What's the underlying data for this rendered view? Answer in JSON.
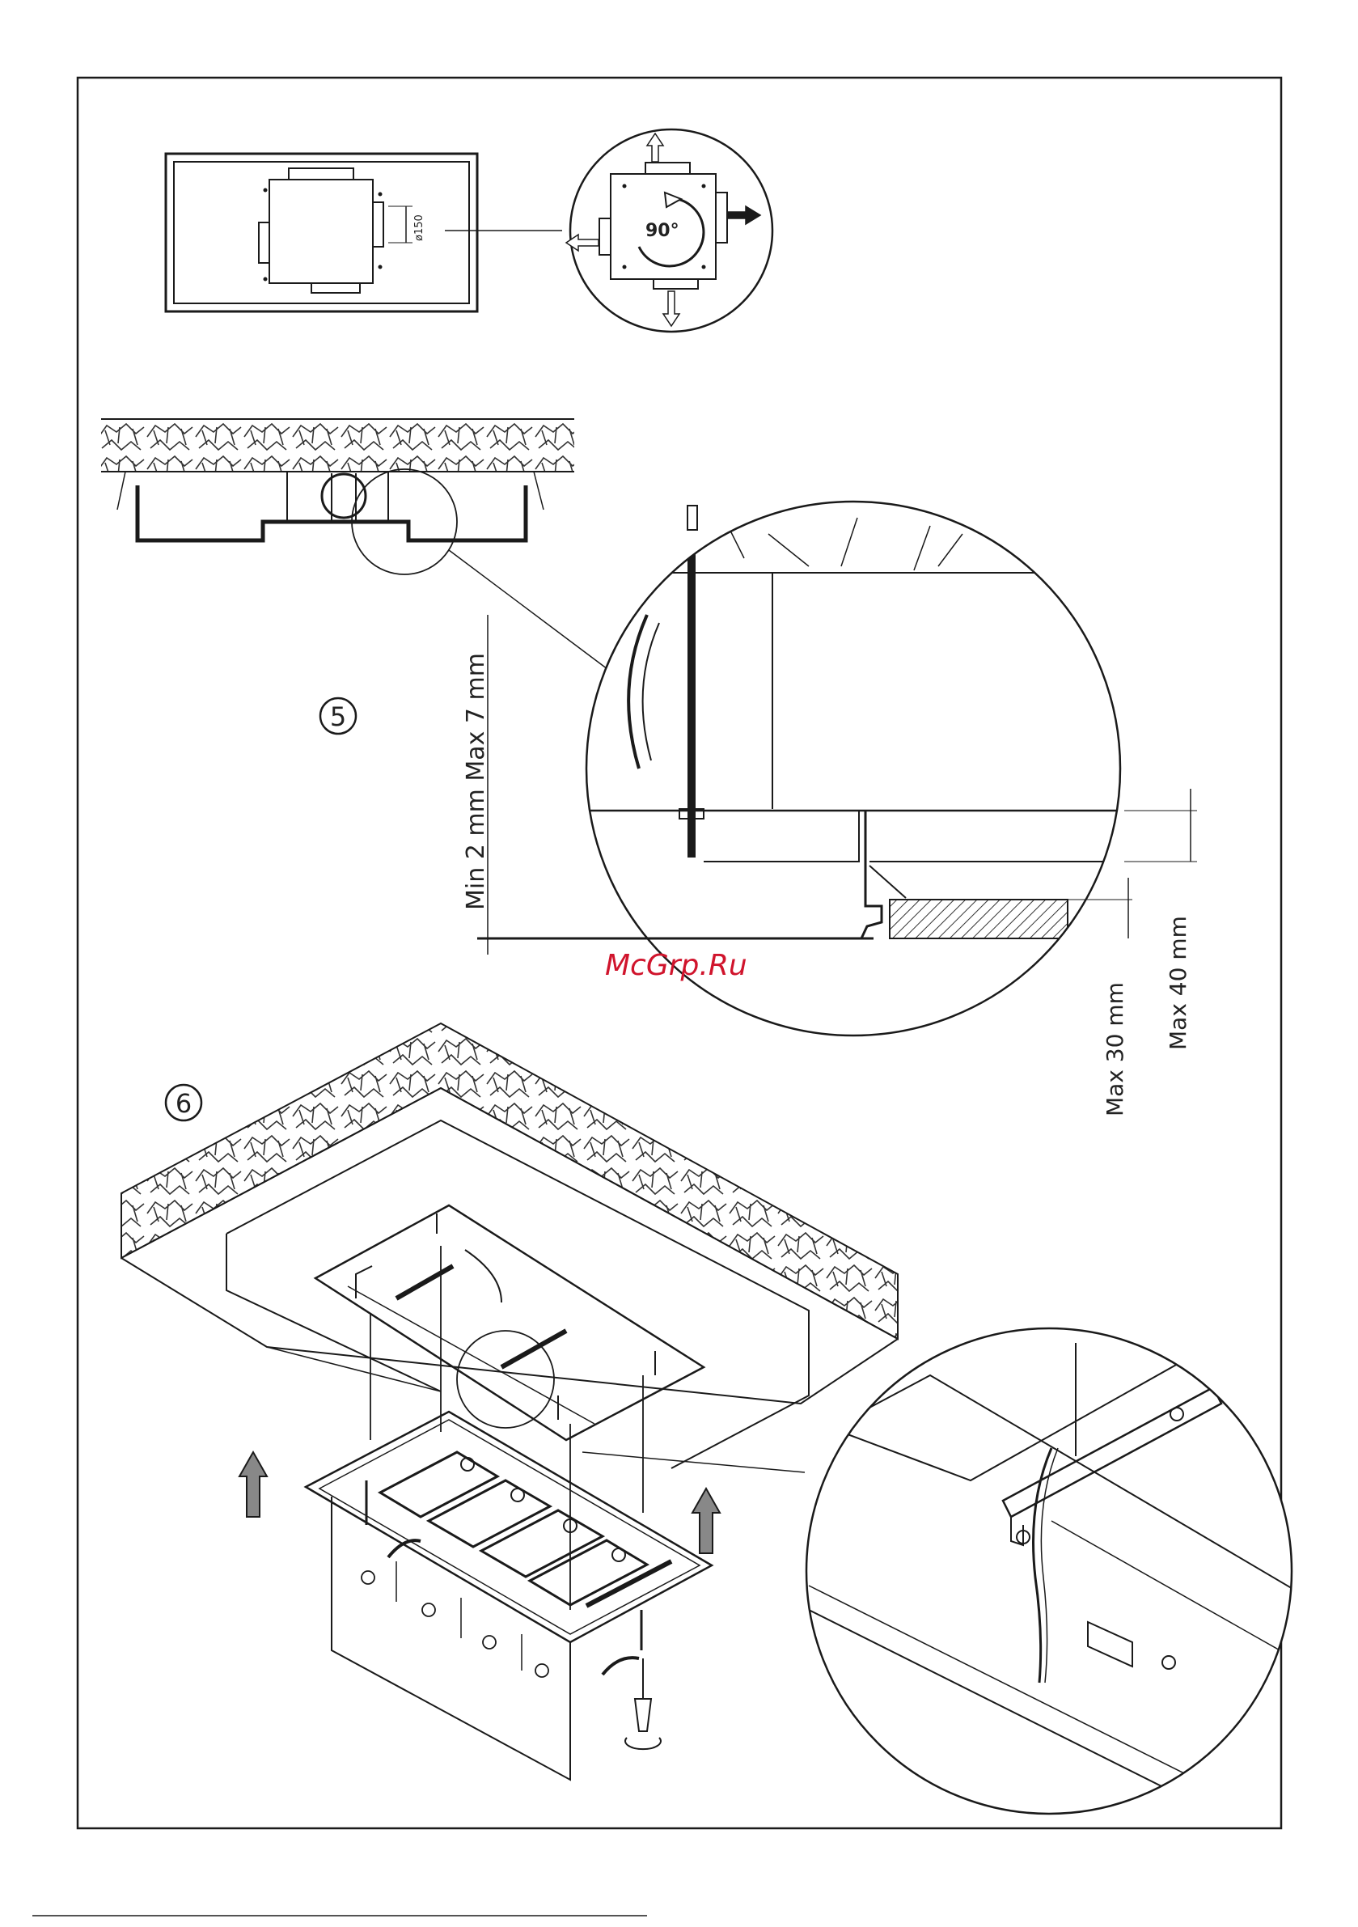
{
  "figure_5": {
    "step_number": "5",
    "top_detail": {
      "diameter_label": "ø150",
      "rotation_label": "90°"
    },
    "dimensions": {
      "min_max_gap": "Min 2 mm Max 7 mm",
      "max_30": "Max 30 mm",
      "max_40": "Max 40 mm"
    }
  },
  "figure_6": {
    "step_number": "6"
  },
  "watermark": "McGrp.Ru",
  "colors": {
    "line": "#1a1a1a",
    "watermark": "#d0142c"
  }
}
